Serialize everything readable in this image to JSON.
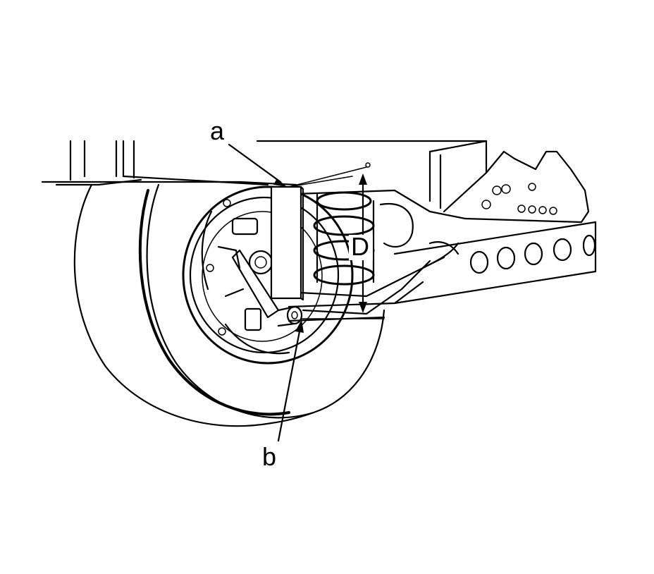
{
  "labels": {
    "a": "a",
    "b": "b",
    "d": "D"
  },
  "colors": {
    "line": "#000000",
    "background": "#ffffff"
  }
}
